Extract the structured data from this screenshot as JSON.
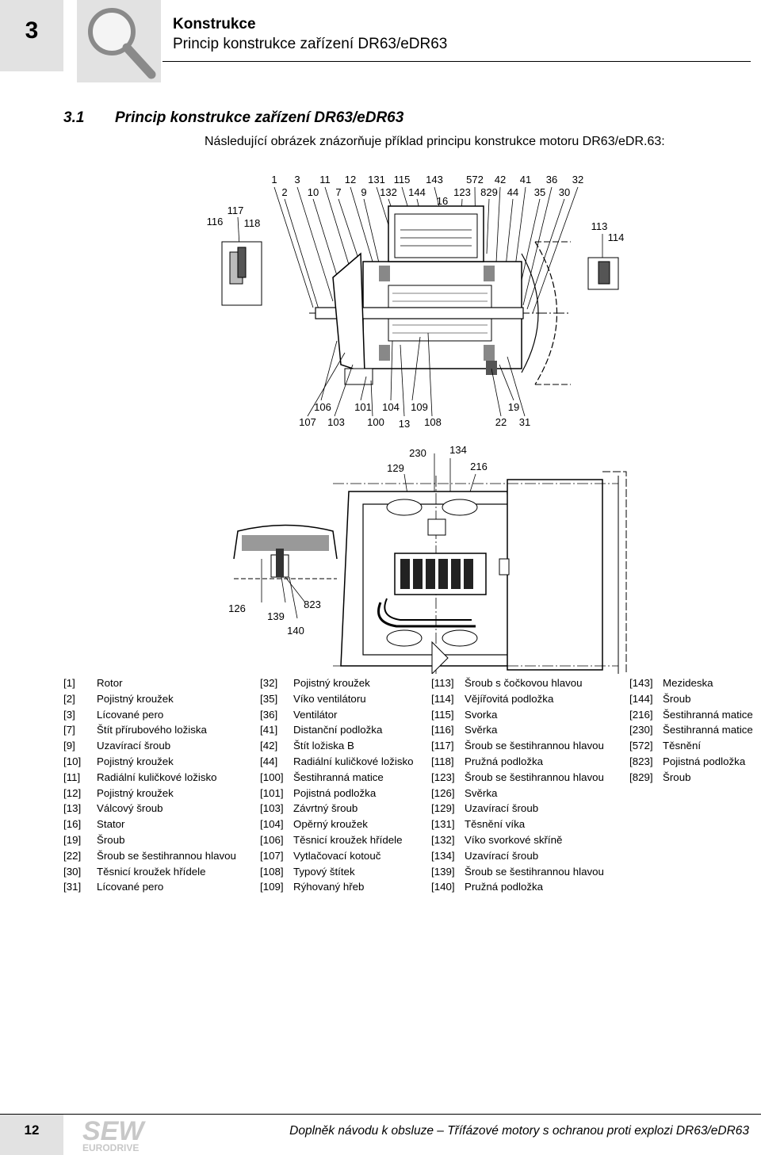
{
  "header": {
    "chapter_number": "3",
    "chapter_title": "Konstrukce",
    "chapter_subtitle": "Princip konstrukce zařízení DR63/eDR63"
  },
  "section": {
    "number": "3.1",
    "title": "Princip konstrukce zařízení DR63/eDR63",
    "intro": "Následující obrázek znázorňuje příklad principu konstrukce motoru DR63/eDR.63:"
  },
  "drawing": {
    "top_callouts_row1": [
      "1",
      "3",
      "11",
      "12",
      "131",
      "115",
      "143",
      "572",
      "42",
      "41",
      "36",
      "32"
    ],
    "top_callouts_row2": [
      "2",
      "10",
      "7",
      "9",
      "132",
      "144",
      "123",
      "829",
      "44",
      "35",
      "30"
    ],
    "callout_16": "16",
    "callout_117": "117",
    "callout_116": "116",
    "callout_118": "118",
    "callout_113": "113",
    "callout_114": "114",
    "bottom_callouts_row1": [
      "106",
      "101",
      "104",
      "109",
      "19"
    ],
    "bottom_callouts_row2": [
      "107",
      "103",
      "100",
      "13",
      "108",
      "22",
      "31"
    ],
    "tb_callouts": [
      "230",
      "134",
      "129",
      "216"
    ],
    "lower_callouts": [
      "126",
      "823",
      "139",
      "140"
    ]
  },
  "legend": {
    "col1": [
      {
        "code": "[1]",
        "text": "Rotor"
      },
      {
        "code": "[2]",
        "text": "Pojistný kroužek"
      },
      {
        "code": "[3]",
        "text": "Lícované pero"
      },
      {
        "code": "[7]",
        "text": "Štít přírubového ložiska"
      },
      {
        "code": "[9]",
        "text": "Uzavírací šroub"
      },
      {
        "code": "[10]",
        "text": "Pojistný kroužek"
      },
      {
        "code": "[11]",
        "text": "Radiální kuličkové ložisko"
      },
      {
        "code": "[12]",
        "text": "Pojistný kroužek"
      },
      {
        "code": "[13]",
        "text": "Válcový šroub"
      },
      {
        "code": "[16]",
        "text": "Stator"
      },
      {
        "code": "[19]",
        "text": "Šroub"
      },
      {
        "code": "[22]",
        "text": "Šroub se šestihrannou hlavou"
      },
      {
        "code": "[30]",
        "text": "Těsnicí kroužek hřídele"
      },
      {
        "code": "[31]",
        "text": "Lícované pero"
      }
    ],
    "col2": [
      {
        "code": "[32]",
        "text": "Pojistný kroužek"
      },
      {
        "code": "[35]",
        "text": "Víko ventilátoru"
      },
      {
        "code": "[36]",
        "text": "Ventilátor"
      },
      {
        "code": "[41]",
        "text": "Distanční podložka"
      },
      {
        "code": "[42]",
        "text": "Štít ložiska B"
      },
      {
        "code": "[44]",
        "text": "Radiální kuličkové ložisko"
      },
      {
        "code": "[100]",
        "text": "Šestihranná matice"
      },
      {
        "code": "[101]",
        "text": "Pojistná podložka"
      },
      {
        "code": "[103]",
        "text": "Závrtný šroub"
      },
      {
        "code": "[104]",
        "text": "Opěrný kroužek"
      },
      {
        "code": "[106]",
        "text": "Těsnicí kroužek hřídele"
      },
      {
        "code": "[107]",
        "text": "Vytlačovací kotouč"
      },
      {
        "code": "[108]",
        "text": "Typový štítek"
      },
      {
        "code": "[109]",
        "text": "Rýhovaný hřeb"
      }
    ],
    "col3": [
      {
        "code": "[113]",
        "text": "Šroub s čočkovou hlavou"
      },
      {
        "code": "[114]",
        "text": "Vějířovitá podložka"
      },
      {
        "code": "[115]",
        "text": "Svorka"
      },
      {
        "code": "[116]",
        "text": "Svěrka"
      },
      {
        "code": "[117]",
        "text": "Šroub se šestihrannou hlavou"
      },
      {
        "code": "[118]",
        "text": "Pružná podložka"
      },
      {
        "code": "[123]",
        "text": "Šroub se šestihrannou hlavou"
      },
      {
        "code": "[126]",
        "text": "Svěrka"
      },
      {
        "code": "[129]",
        "text": "Uzavírací šroub"
      },
      {
        "code": "[131]",
        "text": "Těsnění víka"
      },
      {
        "code": "[132]",
        "text": "Víko svorkové skříně"
      },
      {
        "code": "[134]",
        "text": "Uzavírací šroub"
      },
      {
        "code": "[139]",
        "text": "Šroub se šestihrannou hlavou"
      },
      {
        "code": "[140]",
        "text": "Pružná podložka"
      }
    ],
    "col4": [
      {
        "code": "[143]",
        "text": "Mezideska"
      },
      {
        "code": "[144]",
        "text": "Šroub"
      },
      {
        "code": "[216]",
        "text": "Šestihranná matice"
      },
      {
        "code": "[230]",
        "text": "Šestihranná matice"
      },
      {
        "code": "[572]",
        "text": "Těsnění"
      },
      {
        "code": "[823]",
        "text": "Pojistná podložka"
      },
      {
        "code": "[829]",
        "text": "Šroub"
      }
    ]
  },
  "footer": {
    "page_number": "12",
    "logo_main": "SEW",
    "logo_sub": "EURODRIVE",
    "doc_bold": "Doplněk návodu k obsluze",
    "dash": " – ",
    "doc_rest": "Třífázové motory s ochranou proti explozi DR63/eDR63"
  }
}
